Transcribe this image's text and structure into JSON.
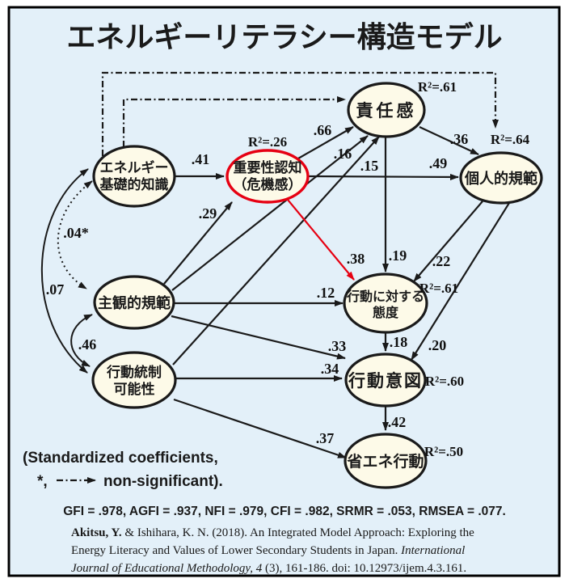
{
  "title": "エネルギーリテラシー構造モデル",
  "nodes": {
    "knowledge": {
      "line1": "エネルギー",
      "line2": "基礎的知識"
    },
    "importance": {
      "line1": "重要性認知",
      "line2": "（危機感）",
      "r2": "R²=.26"
    },
    "responsibility": {
      "label": "責任感",
      "r2": "R²=.61"
    },
    "personal": {
      "label": "個人的規範",
      "r2": "R²=.64"
    },
    "subjective": {
      "label": "主観的規範"
    },
    "control": {
      "line1": "行動統制",
      "line2": "可能性"
    },
    "attitude": {
      "line1": "行動に対する",
      "line2": "態度",
      "r2": "R²=.61"
    },
    "intention": {
      "label": "行動意図",
      "r2": "R²=.60"
    },
    "behavior": {
      "label": "省エネ行動",
      "r2": "R²=.50"
    }
  },
  "coefficients": {
    "knowledge_importance": ".41",
    "subjective_importance": ".29",
    "importance_responsibility": ".66",
    "subjective_responsibility": ".16",
    "control_responsibility": ".15",
    "importance_personal": ".49",
    "responsibility_personal": ".36",
    "responsibility_attitude": ".19",
    "personal_attitude": ".22",
    "importance_attitude": ".38",
    "subjective_attitude": ".12",
    "personal_intention": ".20",
    "subjective_intention": ".33",
    "control_intention": ".34",
    "attitude_intention": ".18",
    "intention_behavior": ".42",
    "control_behavior": ".37",
    "knowledge_subjective": ".04*",
    "knowledge_control": ".07",
    "subjective_control": ".46"
  },
  "legend": {
    "line1": "(Standardized coefficients,",
    "star": "*,",
    "line2": "non-significant)."
  },
  "fit": "GFI = .978, AGFI = .937, NFI = .979, CFI = .982, SRMR = .053, RMSEA = .077.",
  "citation": {
    "authors_bold": "Akitsu, Y.",
    "rest1": " & Ishihara, K. N. (2018). An Integrated Model Approach: Exploring the",
    "line2": "Energy Literacy and Values of Lower Secondary Students in Japan. ",
    "line2_italic": "International",
    "line3_italic": "Journal of Educational Methodology, 4",
    "line3": " (3), 161-186. doi: 10.12973/ijem.4.3.161."
  },
  "colors": {
    "background": "#e3f0f9",
    "node_fill": "#fdfae8",
    "line": "#1a1a1a",
    "red": "#e60012"
  }
}
